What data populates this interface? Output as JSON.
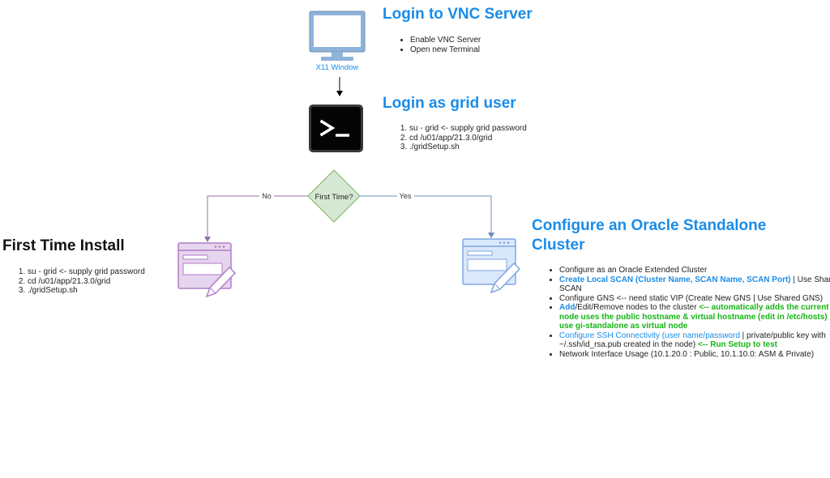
{
  "step_vnc": {
    "title": "Login to VNC Server",
    "icon_label": "X11 Window",
    "items": [
      "Enable VNC Server",
      "Open new Terminal"
    ]
  },
  "step_grid": {
    "title": "Login as grid user",
    "items": [
      "su - grid <- supply grid password",
      "cd /u01/app/21.3.0/grid",
      "./gridSetup.sh"
    ]
  },
  "decision": {
    "label": "First Time?",
    "no_label": "No",
    "yes_label": "Yes"
  },
  "first_install": {
    "title": "First Time Install",
    "items": [
      "su - grid <- supply grid password",
      "cd /u01/app/21.3.0/grid",
      "./gridSetup.sh"
    ]
  },
  "standalone": {
    "title_line1": "Configure an Oracle Standalone",
    "title_line2": "Cluster",
    "item1": "Configure as an Oracle Extended Cluster",
    "item2_a": "Create Local SCAN (Cluster Name, SCAN Name, SCAN Port)",
    "item2_b": " | Use Shared SCAN",
    "item3": "Configure GNS <-- need static VIP (Create New GNS | Use Shared GNS)",
    "item4_a": "Add",
    "item4_b": "/Edit/Remove nodes to the cluster ",
    "item4_c": "<-- automatically adds the current node uses the public hostname & virtual hostname (edit in /etc/hosts) use gi-standalone as virtual node",
    "item5_a": "Configure SSH Connectivity",
    "item5_b": " (user name/password",
    "item5_c": " | private/public key with ~/.ssh/id_rsa.pub created in the node) ",
    "item5_d": "<-- Run Setup to test",
    "item6": "Network Interface Usage (10.1.20.0 : Public, 10.1.10.0: ASM & Private)"
  },
  "colors": {
    "blue_title": "#1a8ce8",
    "green_text": "#15b515",
    "decision_fill": "#d5e8d4",
    "decision_stroke": "#82b366",
    "purple_icon": "#b07cc6",
    "blue_icon": "#7ea6e0"
  }
}
